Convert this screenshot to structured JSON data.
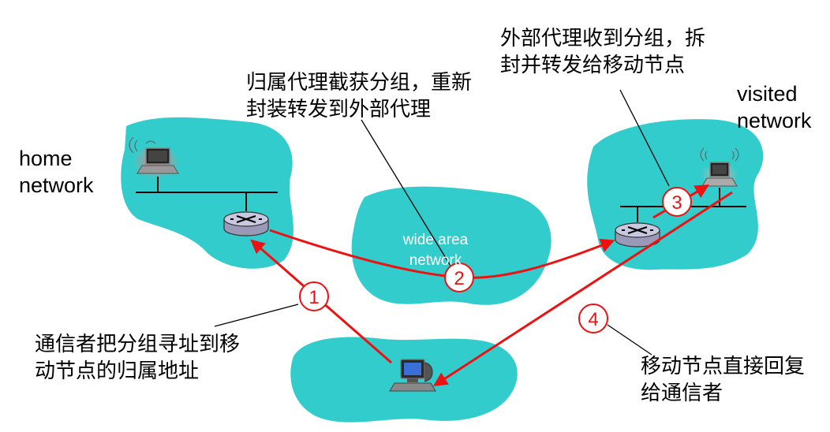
{
  "networks": {
    "home": "home\nnetwork",
    "visited": "visited\nnetwork",
    "wide_area": "wide area\nnetwork"
  },
  "annotations": {
    "home_agent": "归属代理截获分组，重新\n封装转发到外部代理",
    "foreign_agent": "外部代理收到分组，拆\n封并转发给移动节点",
    "correspondent": "通信者把分组寻址到移\n动节点的归属地址",
    "mobile_reply": "移动节点直接回复\n给通信者"
  },
  "steps": [
    "1",
    "2",
    "3",
    "4"
  ],
  "colors": {
    "cloud": "#33cccc",
    "path": "#ee1111",
    "router": "#c8c8e0"
  },
  "icons": {
    "home_laptop": "laptop-icon",
    "visited_laptop": "laptop-icon",
    "home_router": "router-icon",
    "visited_router": "router-icon",
    "correspondent": "computer-icon"
  }
}
